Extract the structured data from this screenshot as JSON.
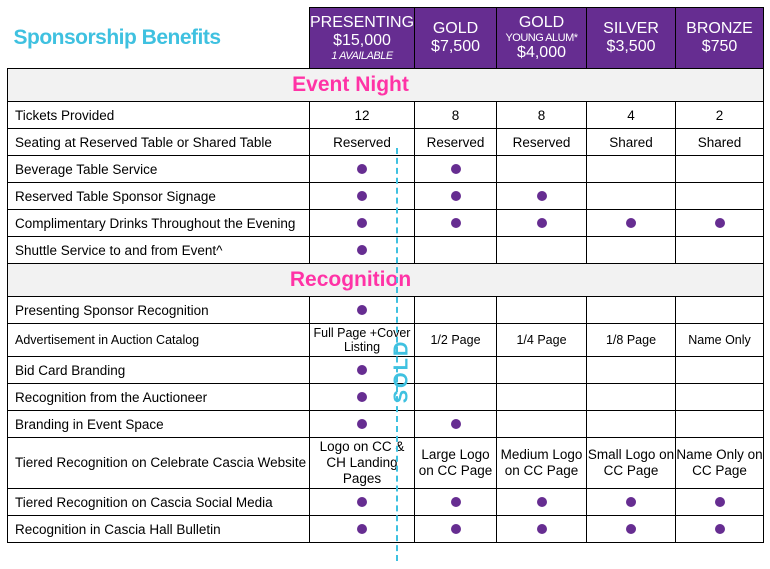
{
  "title": "Sponsorship Benefits",
  "tiers": [
    {
      "name": "PRESENTING",
      "price": "$15,000",
      "note": "1 AVAILABLE"
    },
    {
      "name": "GOLD",
      "price": "$7,500"
    },
    {
      "name": "GOLD",
      "sub": "YOUNG ALUM*",
      "price": "$4,000"
    },
    {
      "name": "SILVER",
      "price": "$3,500"
    },
    {
      "name": "BRONZE",
      "price": "$750"
    }
  ],
  "sold_label": "SOLD",
  "sections": [
    {
      "title": "Event Night",
      "rows": [
        {
          "label": "Tickets Provided",
          "cells": [
            "12",
            "8",
            "8",
            "4",
            "2"
          ]
        },
        {
          "label": "Seating at Reserved Table or Shared Table",
          "cells": [
            "Reserved",
            "Reserved",
            "Reserved",
            "Shared",
            "Shared"
          ]
        },
        {
          "label": "Beverage Table Service",
          "cells": [
            "•",
            "•",
            "",
            "",
            ""
          ]
        },
        {
          "label": "Reserved Table Sponsor Signage",
          "cells": [
            "•",
            "•",
            "•",
            "",
            ""
          ]
        },
        {
          "label": "Complimentary Drinks Throughout the Evening",
          "cells": [
            "•",
            "•",
            "•",
            "•",
            "•"
          ]
        },
        {
          "label": "Shuttle Service to and from Event^",
          "cells": [
            "•",
            "",
            "",
            "",
            ""
          ]
        }
      ]
    },
    {
      "title": "Recognition",
      "rows": [
        {
          "label": "Presenting Sponsor Recognition",
          "cells": [
            "•",
            "",
            "",
            "",
            ""
          ]
        },
        {
          "label": "Advertisement in Auction Catalog",
          "cells": [
            "Full Page +Cover Listing",
            "1/2 Page",
            "1/4 Page",
            "1/8 Page",
            "Name Only"
          ],
          "cls": "tall"
        },
        {
          "label": "Bid Card Branding",
          "cells": [
            "•",
            "",
            "",
            "",
            ""
          ]
        },
        {
          "label": "Recognition from the Auctioneer",
          "cells": [
            "•",
            "",
            "",
            "",
            ""
          ]
        },
        {
          "label": "Branding in Event Space",
          "cells": [
            "•",
            "•",
            "",
            "",
            ""
          ]
        },
        {
          "label": "Tiered Recognition on Celebrate Cascia Website",
          "cells": [
            "Logo on CC & CH Landing Pages",
            "Large Logo on CC Page",
            "Medium Logo on CC Page",
            "Small Logo on CC Page",
            "Name Only on CC Page"
          ],
          "cls": "xtall"
        },
        {
          "label": "Tiered Recognition on Cascia Social Media",
          "cells": [
            "•",
            "•",
            "•",
            "•",
            "•"
          ]
        },
        {
          "label": "Recognition in Cascia Hall Bulletin",
          "cells": [
            "•",
            "•",
            "•",
            "•",
            "•"
          ]
        }
      ]
    }
  ]
}
